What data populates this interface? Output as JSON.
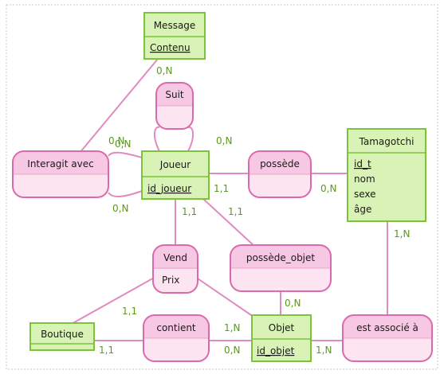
{
  "entities": {
    "message": {
      "title": "Message",
      "attrs": [
        {
          "text": "Contenu",
          "key": true
        }
      ]
    },
    "joueur": {
      "title": "Joueur",
      "attrs": [
        {
          "text": "id_joueur",
          "key": true
        }
      ]
    },
    "tamagotchi": {
      "title": "Tamagotchi",
      "attrs": [
        {
          "text": "id_t",
          "key": true
        },
        {
          "text": "nom",
          "key": false
        },
        {
          "text": "sexe",
          "key": false
        },
        {
          "text": "âge",
          "key": false
        }
      ]
    },
    "boutique": {
      "title": "Boutique",
      "attrs": []
    },
    "objet": {
      "title": "Objet",
      "attrs": [
        {
          "text": "id_objet",
          "key": true
        }
      ]
    }
  },
  "relations": {
    "suit": {
      "label": "Suit"
    },
    "interagit": {
      "label": "Interagit avec"
    },
    "possede": {
      "label": "possède"
    },
    "vend": {
      "label": "Vend",
      "attr": "Prix"
    },
    "possede_objet": {
      "label": "possède_objet"
    },
    "contient": {
      "label": "contient"
    },
    "est_associe": {
      "label": "est associé à"
    }
  },
  "cardinalities": {
    "message_interagit": "0,N",
    "joueur_interagit_top": "0,N",
    "joueur_interagit_top2": "0,N",
    "joueur_interagit_bottom": "0,N",
    "joueur_suit": "0,N",
    "joueur_possede": "1,1",
    "tamagotchi_possede": "0,N",
    "joueur_vend": "1,1",
    "joueur_possede_objet": "1,1",
    "boutique_vend": "1,1",
    "objet_possede_objet": "0,N",
    "boutique_contient": "1,1",
    "objet_contient_top": "1,N",
    "objet_contient_bottom": "0,N",
    "objet_est_associe": "1,N",
    "tamagotchi_est_associe": "1,N"
  },
  "colors": {
    "entity_fill": "#d9f2b5",
    "entity_stroke": "#7cc23a",
    "relation_fill_top": "#f7c8e3",
    "relation_fill_bottom": "#fde4f1",
    "relation_stroke": "#d96aab",
    "line": "#e08bc0",
    "cardinality": "#5a9a1a"
  }
}
